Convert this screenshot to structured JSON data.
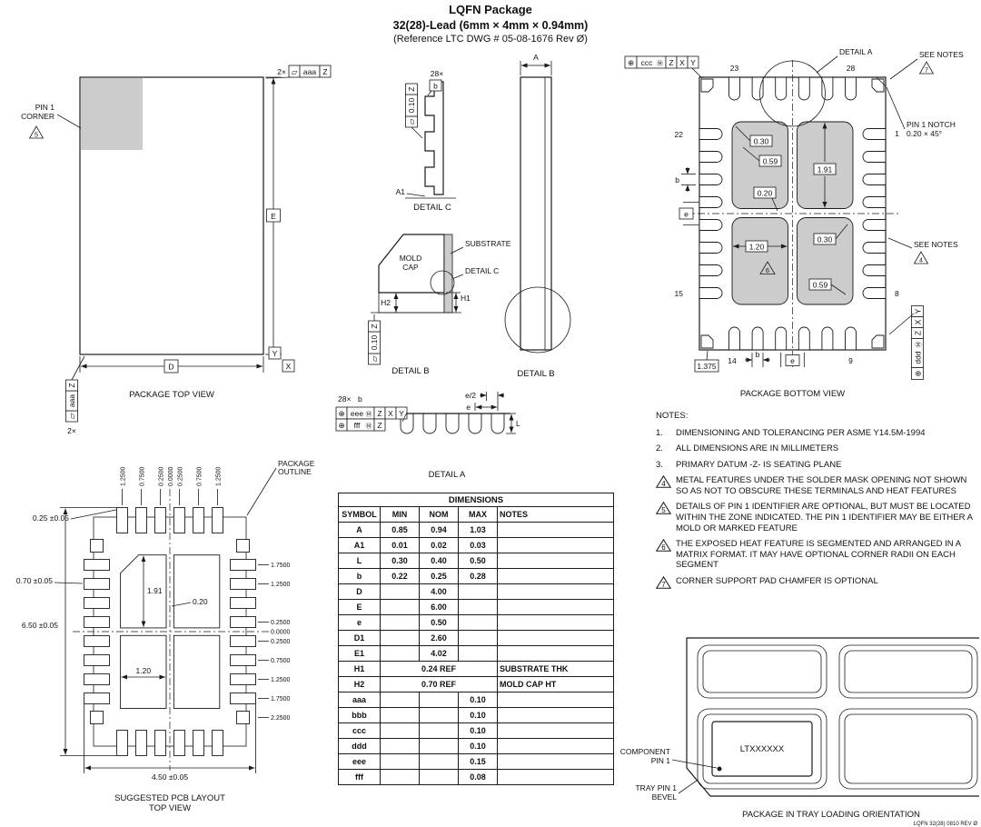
{
  "header": {
    "title": "LQFN Package",
    "subtitle": "32(28)-Lead (6mm × 4mm × 0.94mm)",
    "reference": "(Reference LTC DWG # 05-08-1676 Rev Ø)"
  },
  "top_view": {
    "caption": "PACKAGE TOP VIEW",
    "pin1_line1": "PIN 1",
    "pin1_line2": "CORNER",
    "pin1_flag": "5",
    "count_top": "2×",
    "count_left": "2×",
    "frame_top": {
      "sym": "▱",
      "tol": "aaa",
      "datum": "Z"
    },
    "frame_left": {
      "sym": "▱",
      "tol": "aaa",
      "datum": "Z"
    },
    "dim_e": "E",
    "dim_d": "D",
    "datum_x": "X",
    "datum_y": "Y"
  },
  "detail_c": {
    "caption": "DETAIL C",
    "count": "28×",
    "dim_b": "b",
    "dim_a1": "A1",
    "frame": {
      "sym": "▱",
      "tol": "0.10",
      "datum": "Z"
    }
  },
  "detail_b": {
    "caption": "DETAIL B",
    "mold_line1": "MOLD",
    "mold_line2": "CAP",
    "substrate": "SUBSTRATE",
    "detail_c_ref": "DETAIL C",
    "dim_h1": "H1",
    "dim_h2": "H2",
    "frame": {
      "sym": "▱",
      "tol": "0.10",
      "datum": "Z"
    }
  },
  "side_view": {
    "caption": "DETAIL B",
    "dim_a": "A"
  },
  "detail_a": {
    "caption": "DETAIL A",
    "count": "28×",
    "dim_b": "b",
    "dim_half_pitch": "e/2",
    "dim_pitch": "e",
    "dim_l": "L",
    "frame1": {
      "sym": "⊕",
      "tol": "eee",
      "mod": "Ⓜ",
      "d1": "Z",
      "d2": "X",
      "d3": "Y"
    },
    "frame2": {
      "sym": "⊕",
      "tol": "fff",
      "mod": "Ⓜ",
      "d1": "Z"
    }
  },
  "table": {
    "title": "DIMENSIONS",
    "headers": [
      "SYMBOL",
      "MIN",
      "NOM",
      "MAX",
      "NOTES"
    ],
    "rows": [
      {
        "symbol": "A",
        "min": "0.85",
        "nom": "0.94",
        "max": "1.03",
        "notes": ""
      },
      {
        "symbol": "A1",
        "min": "0.01",
        "nom": "0.02",
        "max": "0.03",
        "notes": ""
      },
      {
        "symbol": "L",
        "min": "0.30",
        "nom": "0.40",
        "max": "0.50",
        "notes": ""
      },
      {
        "symbol": "b",
        "min": "0.22",
        "nom": "0.25",
        "max": "0.28",
        "notes": ""
      },
      {
        "symbol": "D",
        "min": "",
        "nom": "4.00",
        "max": "",
        "notes": ""
      },
      {
        "symbol": "E",
        "min": "",
        "nom": "6.00",
        "max": "",
        "notes": ""
      },
      {
        "symbol": "e",
        "min": "",
        "nom": "0.50",
        "max": "",
        "notes": ""
      },
      {
        "symbol": "D1",
        "min": "",
        "nom": "2.60",
        "max": "",
        "notes": ""
      },
      {
        "symbol": "E1",
        "min": "",
        "nom": "4.02",
        "max": "",
        "notes": ""
      },
      {
        "symbol": "H1",
        "span": "0.24 REF",
        "notes": "SUBSTRATE THK"
      },
      {
        "symbol": "H2",
        "span": "0.70 REF",
        "notes": "MOLD CAP HT"
      },
      {
        "symbol": "aaa",
        "min": "",
        "nom": "",
        "max": "0.10",
        "notes": ""
      },
      {
        "symbol": "bbb",
        "min": "",
        "nom": "",
        "max": "0.10",
        "notes": ""
      },
      {
        "symbol": "ccc",
        "min": "",
        "nom": "",
        "max": "0.10",
        "notes": ""
      },
      {
        "symbol": "ddd",
        "min": "",
        "nom": "",
        "max": "0.10",
        "notes": ""
      },
      {
        "symbol": "eee",
        "min": "",
        "nom": "",
        "max": "0.15",
        "notes": ""
      },
      {
        "symbol": "fff",
        "min": "",
        "nom": "",
        "max": "0.08",
        "notes": ""
      }
    ]
  },
  "bottom_view": {
    "caption": "PACKAGE BOTTOM VIEW",
    "detail_a_ref": "DETAIL A",
    "see_notes_top": "SEE NOTES",
    "flag_top": "7",
    "see_notes_right": "SEE NOTES",
    "flag_right": "4",
    "flag_heat": "6",
    "pin1_notch_line1": "PIN 1 NOTCH",
    "pin1_notch_line2": "0.20 × 45°",
    "pins": {
      "p1": "1",
      "p8": "8",
      "p9": "9",
      "p14": "14",
      "p15": "15",
      "p22": "22",
      "p23": "23",
      "p28": "28"
    },
    "dims": {
      "r_top": "0.30",
      "w_top": "0.59",
      "seg_h": "1.91",
      "gap": "0.20",
      "seg_w": "1.20",
      "r_bot": "0.30",
      "w_bot": "0.59",
      "b_left": "b",
      "e_left": "e",
      "b_bottom": "b",
      "e_bottom": "e",
      "corner_offset": "1.375"
    },
    "frame_tl": {
      "sym": "⊕",
      "tol": "ccc",
      "mod": "Ⓜ",
      "d1": "Z",
      "d2": "X",
      "d3": "Y"
    },
    "frame_br": {
      "sym": "⊕",
      "tol": "ddd",
      "mod": "Ⓜ",
      "d1": "Z",
      "d2": "X",
      "d3": "Y"
    }
  },
  "pcb": {
    "caption_line1": "SUGGESTED PCB LAYOUT",
    "caption_line2": "TOP VIEW",
    "outline_line1": "PACKAGE",
    "outline_line2": "OUTLINE",
    "top_coords": [
      "1.2500",
      "0.7500",
      "0.2500",
      "0.0000",
      "0.2500",
      "0.7500",
      "1.2500"
    ],
    "right_coords": [
      "1.7500",
      "1.2500",
      "0.2500",
      "0.0000",
      "0.2500",
      "0.7500",
      "1.2500",
      "1.7500",
      "2.2500"
    ],
    "dim_pad_width": "0.25 ±0.05",
    "dim_pad_len": "0.70 ±0.05",
    "dim_overall_h": "6.50 ±0.05",
    "dim_overall_w": "4.50 ±0.05",
    "dim_seg_h": "1.91",
    "dim_gap": "0.20",
    "dim_seg_w": "1.20"
  },
  "notes": {
    "title": "NOTES:",
    "items": [
      {
        "num": "1.",
        "flag": false,
        "text": "DIMENSIONING AND TOLERANCING PER ASME Y14.5M-1994"
      },
      {
        "num": "2.",
        "flag": false,
        "text": "ALL DIMENSIONS ARE IN MILLIMETERS"
      },
      {
        "num": "3.",
        "flag": false,
        "text": "PRIMARY DATUM -Z- IS SEATING PLANE"
      },
      {
        "num": "4",
        "flag": true,
        "text": "METAL FEATURES UNDER THE SOLDER MASK OPENING NOT SHOWN SO AS NOT TO OBSCURE THESE TERMINALS AND HEAT FEATURES"
      },
      {
        "num": "5",
        "flag": true,
        "text": "DETAILS OF PIN 1 IDENTIFIER ARE OPTIONAL, BUT MUST BE LOCATED WITHIN THE ZONE INDICATED. THE PIN 1 IDENTIFIER MAY BE EITHER A MOLD OR MARKED FEATURE"
      },
      {
        "num": "6",
        "flag": true,
        "text": "THE EXPOSED HEAT FEATURE IS SEGMENTED AND ARRANGED IN A MATRIX FORMAT. IT MAY HAVE OPTIONAL CORNER RADII ON EACH SEGMENT"
      },
      {
        "num": "7",
        "flag": true,
        "text": "CORNER SUPPORT PAD CHAMFER IS OPTIONAL"
      }
    ]
  },
  "tray": {
    "caption": "PACKAGE IN TRAY LOADING ORIENTATION",
    "chip_label": "LTXXXXXX",
    "component_line1": "COMPONENT",
    "component_line2": "PIN 1",
    "bevel_line1": "TRAY PIN 1",
    "bevel_line2": "BEVEL",
    "rev": "LQFN 32(28) 0810 REV Ø"
  },
  "colors": {
    "line": "#1a1a1a",
    "shade": "#cccccc"
  }
}
